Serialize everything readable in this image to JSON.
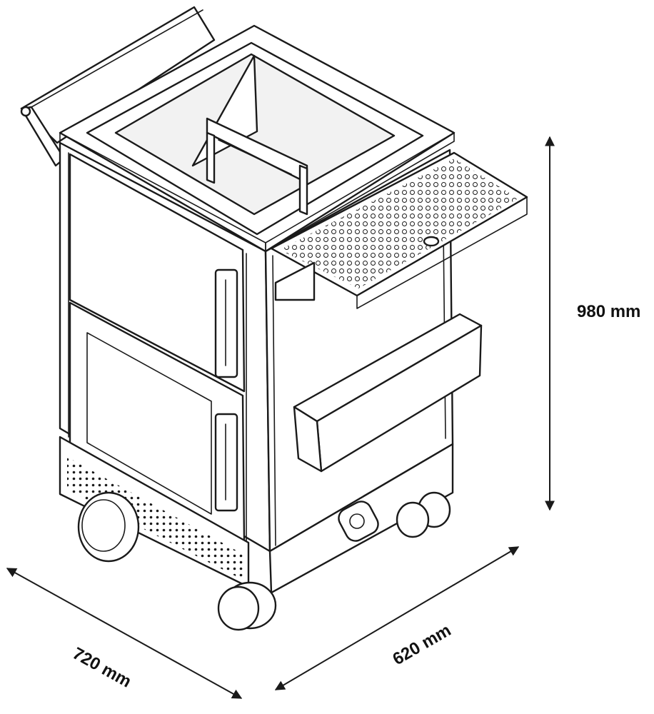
{
  "dimensions": {
    "height": "980 mm",
    "width": "720 mm",
    "depth": "620 mm"
  },
  "colors": {
    "line": "#1a1a1a",
    "background": "#ffffff"
  },
  "icons": {
    "arrow": "triangle-arrowhead"
  }
}
